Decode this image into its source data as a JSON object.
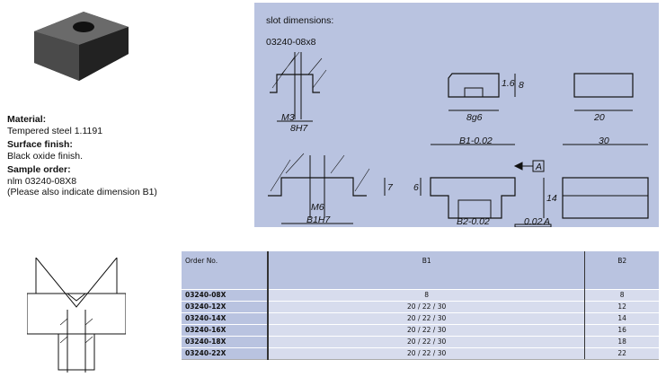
{
  "info": {
    "material_label": "Material:",
    "material": "Tempered steel 1.1191",
    "surface_label": "Surface finish:",
    "surface": "Black oxide finish.",
    "sample_label": "Sample order:",
    "sample": "nlm 03240-08X8",
    "note": "(Please also indicate dimension B1)"
  },
  "drawing": {
    "title": "slot dimensions:",
    "variant": "03240-08x8",
    "labels": {
      "m3": "M3",
      "w8h7": "8H7",
      "w8g6": "8g6",
      "h8": "8",
      "w20": "20",
      "rough": "1.6",
      "b1": "B1-0.02",
      "datum": "A",
      "w30": "30",
      "h7": "7",
      "m6": "M6",
      "b1h7": "B1H7",
      "h6": "6",
      "h14": "14",
      "b2": "B2-0.02",
      "tol": "0.02",
      "tol_datum": "A"
    }
  },
  "table": {
    "headers": [
      "Order No.",
      "B1",
      "B2"
    ],
    "rows": [
      [
        "03240-08X",
        "8",
        "8"
      ],
      [
        "03240-12X",
        "20 / 22 / 30",
        "12"
      ],
      [
        "03240-14X",
        "20 / 22 / 30",
        "14"
      ],
      [
        "03240-16X",
        "20 / 22 / 30",
        "16"
      ],
      [
        "03240-18X",
        "20 / 22 / 30",
        "18"
      ],
      [
        "03240-22X",
        "20 / 22 / 30",
        "22"
      ]
    ]
  }
}
